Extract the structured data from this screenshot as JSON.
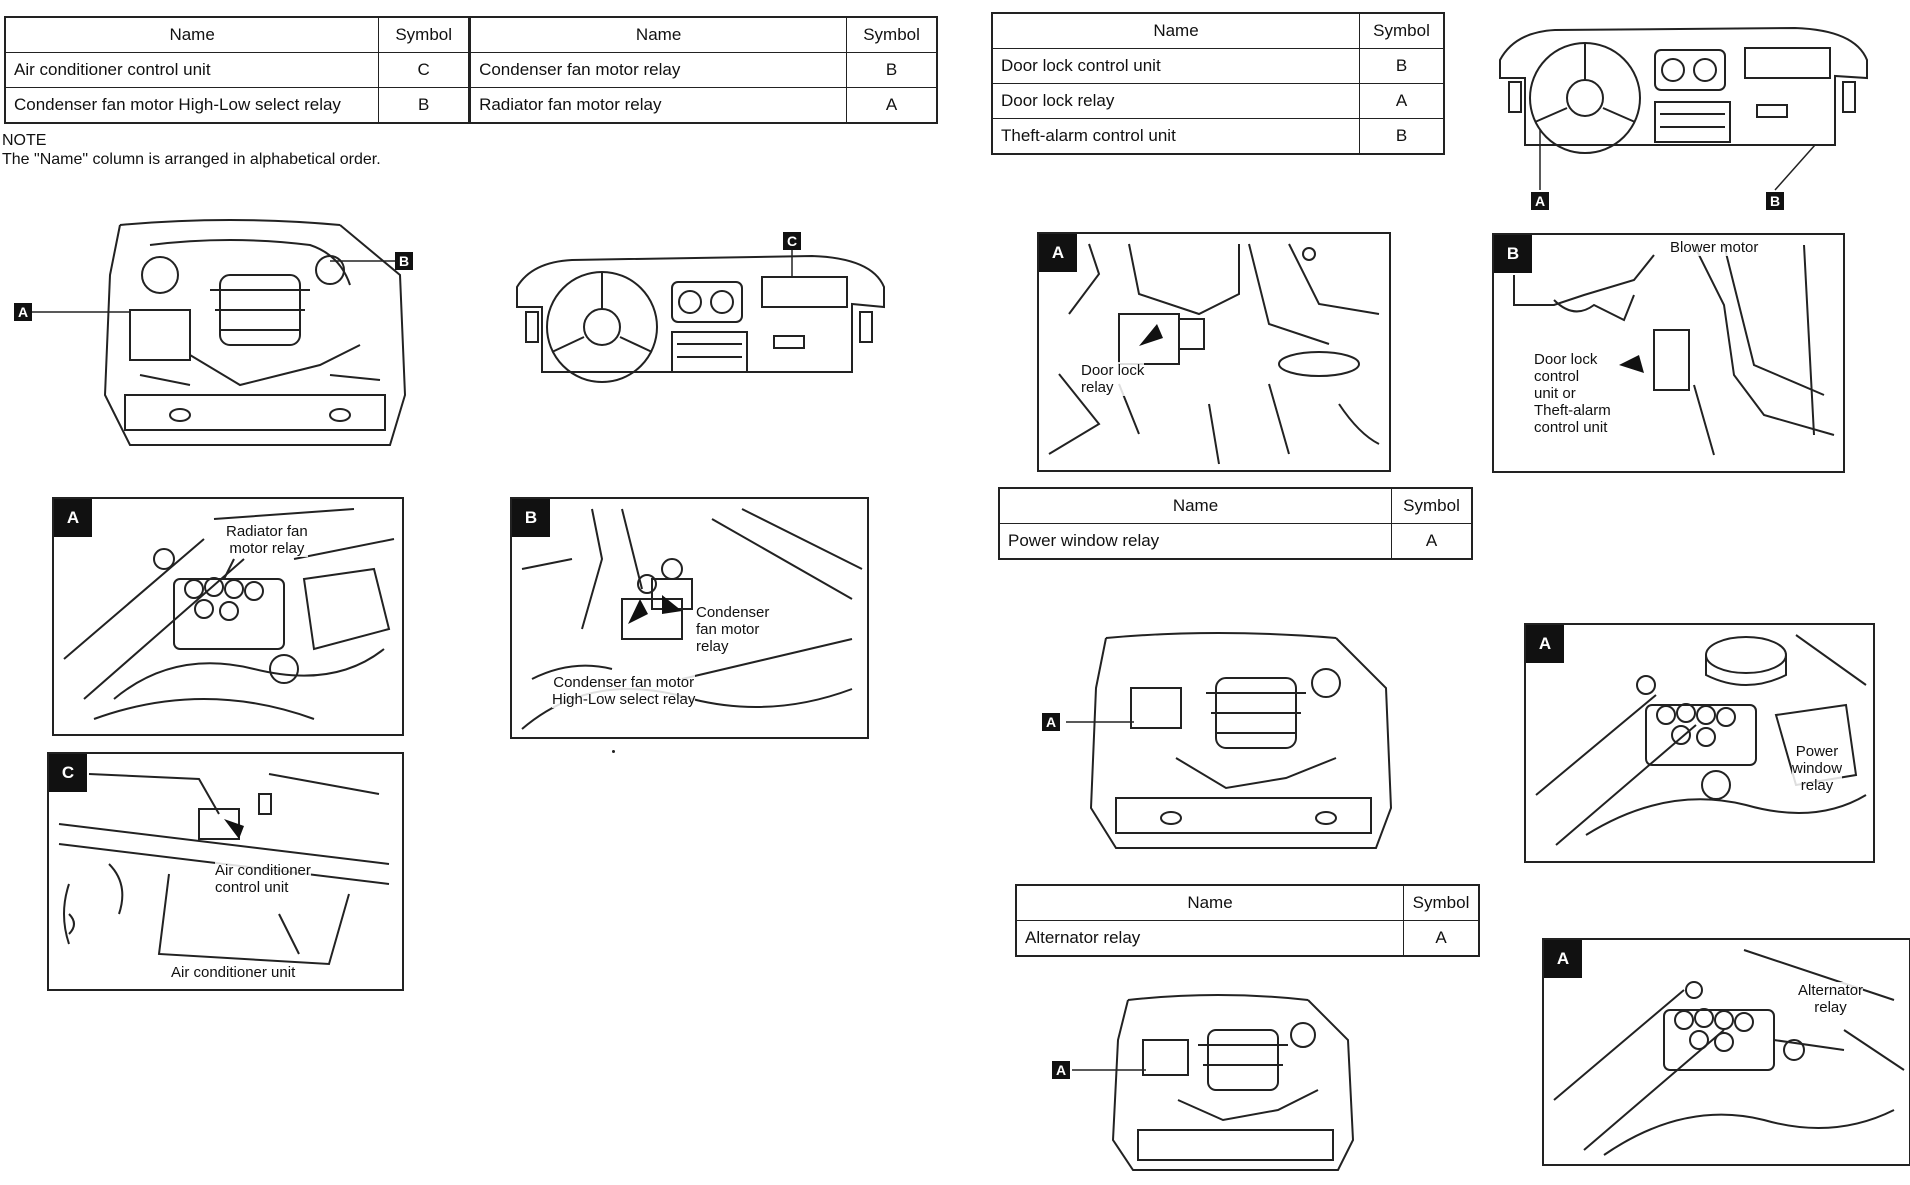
{
  "table1": {
    "header": {
      "name_a": "Name",
      "symbol_a": "Symbol",
      "name_b": "Name",
      "symbol_b": "Symbol"
    },
    "rows": [
      {
        "name_a": "Air conditioner control unit",
        "symbol_a": "C",
        "name_b": "Condenser fan motor relay",
        "symbol_b": "B"
      },
      {
        "name_a": "Condenser fan motor High-Low select relay",
        "symbol_a": "B",
        "name_b": "Radiator fan motor relay",
        "symbol_b": "A"
      }
    ]
  },
  "note": {
    "heading": "NOTE",
    "text": "The \"Name\" column is arranged in alphabetical order."
  },
  "engine_bay_1": {
    "label_a": "A",
    "label_b": "B"
  },
  "dashboard_1": {
    "label_c": "C"
  },
  "panel_a_radiator": {
    "tag": "A",
    "callout": "Radiator fan\nmotor relay"
  },
  "panel_b_condenser": {
    "tag": "B",
    "callout_1": "Condenser\nfan motor\nrelay",
    "callout_2": "Condenser fan motor\nHigh-Low select relay"
  },
  "panel_c_aircon": {
    "tag": "C",
    "callout_1": "Air conditioner\ncontrol unit",
    "callout_2": "Air conditioner unit"
  },
  "table2": {
    "header": {
      "name": "Name",
      "symbol": "Symbol"
    },
    "rows": [
      {
        "name": "Door lock control unit",
        "symbol": "B"
      },
      {
        "name": "Door lock relay",
        "symbol": "A"
      },
      {
        "name": "Theft-alarm control unit",
        "symbol": "B"
      }
    ]
  },
  "dashboard_2": {
    "label_a": "A",
    "label_b": "B"
  },
  "panel_a_doorlock": {
    "tag": "A",
    "callout": "Door lock\nrelay"
  },
  "panel_b_doorlock": {
    "tag": "B",
    "callout_1": "Blower motor",
    "callout_2": "Door lock\ncontrol\nunit or\nTheft-alarm\ncontrol unit"
  },
  "table3": {
    "header": {
      "name": "Name",
      "symbol": "Symbol"
    },
    "rows": [
      {
        "name": "Power window relay",
        "symbol": "A"
      }
    ]
  },
  "engine_bay_2": {
    "label_a": "A"
  },
  "panel_a_powerwindow": {
    "tag": "A",
    "callout": "Power\nwindow\nrelay"
  },
  "table4": {
    "header": {
      "name": "Name",
      "symbol": "Symbol"
    },
    "rows": [
      {
        "name": "Alternator relay",
        "symbol": "A"
      }
    ]
  },
  "engine_bay_3": {
    "label_a": "A"
  },
  "panel_a_alternator": {
    "tag": "A",
    "callout": "Alternator\nrelay"
  }
}
